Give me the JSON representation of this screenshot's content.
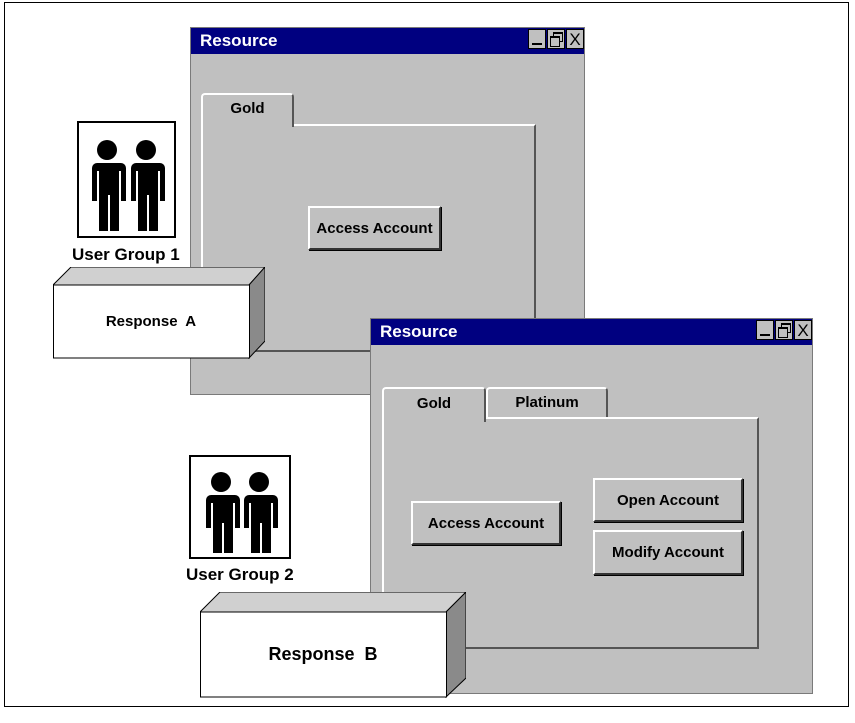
{
  "window1": {
    "title": "Resource",
    "tabs": [
      {
        "label": "Gold"
      }
    ],
    "buttons": {
      "access": "Access Account"
    }
  },
  "window2": {
    "title": "Resource",
    "tabs": [
      {
        "label": "Gold"
      },
      {
        "label": "Platinum"
      }
    ],
    "buttons": {
      "access": "Access Account",
      "open": "Open Account",
      "modify": "Modify Account"
    }
  },
  "window_controls": {
    "close": "X"
  },
  "groups": [
    {
      "label": "User Group 1",
      "response": "Response  A"
    },
    {
      "label": "User Group 2",
      "response": "Response  B"
    }
  ],
  "icons": [
    "minimize-icon",
    "maximize-icon",
    "close-icon",
    "user-group-icon"
  ]
}
